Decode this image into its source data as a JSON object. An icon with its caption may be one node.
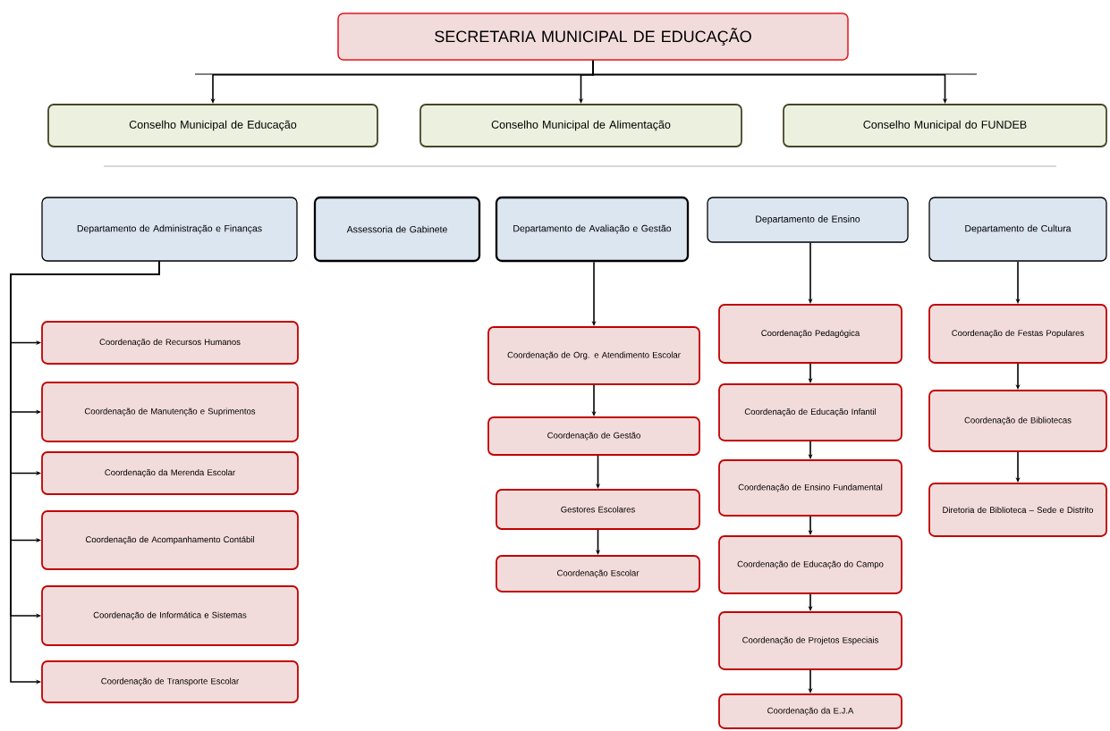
{
  "diagram": {
    "nodes": [
      {
        "text": [
          "SECRETARIA MUNICIPAL DE EDUCAÇÃO"
        ]
      },
      {
        "text": [
          "Conselho Municipal de Educação"
        ]
      },
      {
        "text": [
          "Conselho Municipal de Alimentação"
        ]
      },
      {
        "text": [
          "Conselho Municipal do FUNDEB"
        ]
      },
      {
        "text": [
          "Departamento de Administração e Finanças"
        ]
      },
      {
        "text": [
          "Assessoria de Gabinete"
        ]
      },
      {
        "text": [
          "Departamento de Avaliação e Gestão"
        ]
      },
      {
        "text": [
          "Departamento de Ensino"
        ]
      },
      {
        "text": [
          "Departamento de Cultura"
        ]
      },
      {
        "text": [
          "Coordenação de Recursos Humanos"
        ]
      },
      {
        "text": [
          "Coordenação de Manutenção e Suprimentos"
        ]
      },
      {
        "text": [
          "Coordenação da Merenda Escolar"
        ]
      },
      {
        "text": [
          "Coordenação de Acompanhamento Contábil"
        ]
      },
      {
        "text": [
          "Coordenação de Informática e Sistemas"
        ]
      },
      {
        "text": [
          "Coordenação de Transporte Escolar"
        ]
      },
      {
        "text": [
          "Coordenação de Org. e Atendimento Escolar"
        ]
      },
      {
        "text": [
          "Coordenação de Gestão"
        ]
      },
      {
        "text": [
          "Gestores Escolares"
        ]
      },
      {
        "text": [
          "Coordenação Escolar"
        ]
      },
      {
        "text": [
          "Coordenação Pedagógica"
        ]
      },
      {
        "text": [
          "Coordenação de Educação Infantil"
        ]
      },
      {
        "text": [
          "Coordenação de Ensino Fundamental"
        ]
      },
      {
        "text": [
          "Coordenação de Educação do Campo"
        ]
      },
      {
        "text": [
          "Coordenação de Projetos Especiais"
        ]
      },
      {
        "text": [
          "Coordenação da E.J.A"
        ]
      },
      {
        "text": [
          "Coordenação de Festas Populares"
        ]
      },
      {
        "text": [
          "Coordenação de Bibliotecas"
        ]
      },
      {
        "text": [
          "Diretoria de Biblioteca – Sede e Distrito"
        ]
      }
    ],
    "edges": [
      {
        "from": 0,
        "to": 1,
        "arrow": "to"
      },
      {
        "from": 0,
        "to": 2,
        "arrow": "to"
      },
      {
        "from": 0,
        "to": 3,
        "arrow": "to"
      },
      {
        "from": 4,
        "to": 9,
        "arrow": "to"
      },
      {
        "from": 4,
        "to": 10,
        "arrow": "to"
      },
      {
        "from": 4,
        "to": 11,
        "arrow": "to"
      },
      {
        "from": 4,
        "to": 12,
        "arrow": "to"
      },
      {
        "from": 4,
        "to": 13,
        "arrow": "to"
      },
      {
        "from": 4,
        "to": 14,
        "arrow": "to"
      },
      {
        "from": 6,
        "to": 15,
        "arrow": "to"
      },
      {
        "from": 15,
        "to": 16,
        "arrow": "to"
      },
      {
        "from": 16,
        "to": 17,
        "arrow": "to"
      },
      {
        "from": 17,
        "to": 18,
        "arrow": "to"
      },
      {
        "from": 7,
        "to": 19,
        "arrow": "to"
      },
      {
        "from": 19,
        "to": 20,
        "arrow": "to"
      },
      {
        "from": 20,
        "to": 21,
        "arrow": "to"
      },
      {
        "from": 21,
        "to": 22,
        "arrow": "to"
      },
      {
        "from": 22,
        "to": 23,
        "arrow": "to"
      },
      {
        "from": 23,
        "to": 24,
        "arrow": "to"
      },
      {
        "from": 8,
        "to": 25,
        "arrow": "to"
      },
      {
        "from": 25,
        "to": 26,
        "arrow": "to"
      },
      {
        "from": 26,
        "to": 27,
        "arrow": "to"
      }
    ]
  }
}
